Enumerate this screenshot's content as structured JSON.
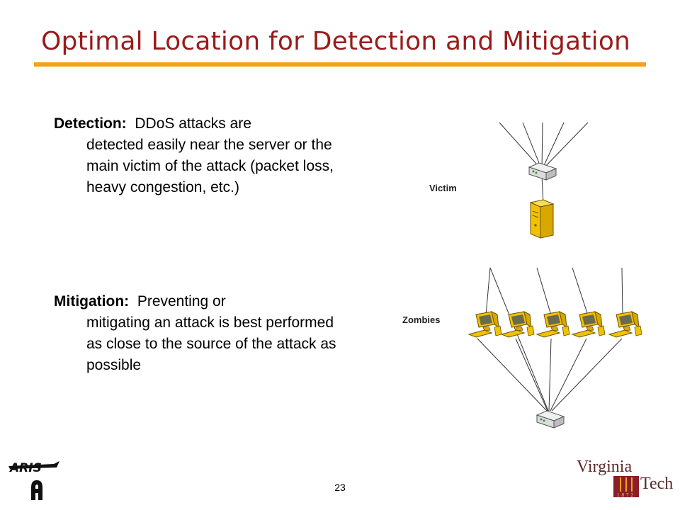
{
  "slide": {
    "title": "Optimal Location for Detection and Mitigation",
    "page_number": "23"
  },
  "bullets": [
    {
      "term": "Detection:",
      "text_first": "DDoS attacks are",
      "text_rest": "detected easily near the server or the main victim of the attack (packet loss, heavy congestion, etc.)"
    },
    {
      "term": "Mitigation:",
      "text_first": "Preventing or",
      "text_rest": "mitigating an attack is best performed as close to the source of the attack as possible"
    }
  ],
  "diagram": {
    "victim_label": "Victim",
    "zombies_label": "Zombies"
  },
  "logos": {
    "left": "ARIS",
    "right_line1": "Virginia",
    "right_line2": "Tech",
    "right_seal": "1872"
  },
  "colors": {
    "title": "#9a1b1b",
    "rule": "#f5a01a",
    "device_yellow": "#f2c200"
  }
}
